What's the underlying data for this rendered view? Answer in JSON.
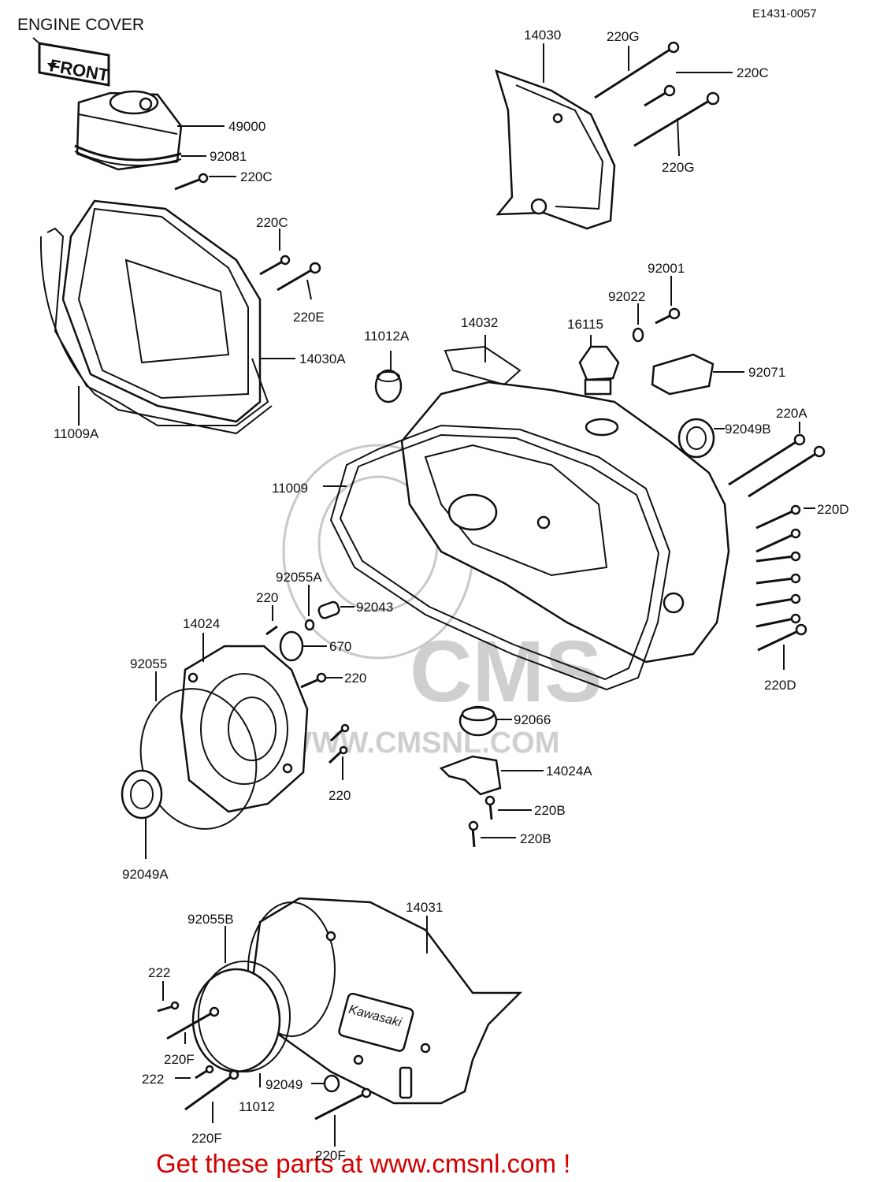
{
  "title": "ENGINE COVER",
  "diagram_code": "E1431-0057",
  "front_arrow": "FRONT",
  "watermark": {
    "brand": "CMS",
    "url": "WWW.CMSNL.COM"
  },
  "cover_logo": "Kawasaki",
  "cta": "Get these parts at www.cmsnl.com !",
  "labels": {
    "p14030": "14030",
    "p220G_top": "220G",
    "p220C_top": "220C",
    "p220G_mid": "220G",
    "p49000": "49000",
    "p92081": "92081",
    "p220C_a": "220C",
    "p220C_b": "220C",
    "p220E": "220E",
    "p14030A": "14030A",
    "p11009A": "11009A",
    "p92001": "92001",
    "p92022": "92022",
    "p16115": "16115",
    "p14032": "14032",
    "p11012A": "11012A",
    "p92071": "92071",
    "p220A": "220A",
    "p92049B": "92049B",
    "p11009": "11009",
    "p220D_top": "220D",
    "p220D_bot": "220D",
    "p92055A": "92055A",
    "p220_a": "220",
    "p92043": "92043",
    "p14024": "14024",
    "p670": "670",
    "p92055": "92055",
    "p220_b": "220",
    "p92066": "92066",
    "p14024A": "14024A",
    "p220_c": "220",
    "p220B_a": "220B",
    "p220B_b": "220B",
    "p92049A": "92049A",
    "p92055B": "92055B",
    "p14031": "14031",
    "p222_a": "222",
    "p220F_a": "220F",
    "p222_b": "222",
    "p92049": "92049",
    "p11012": "11012",
    "p220F_b": "220F",
    "p220F_c": "220F"
  }
}
